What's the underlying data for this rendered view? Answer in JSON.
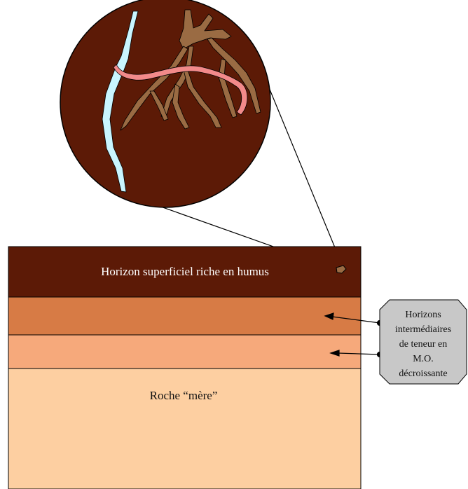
{
  "diagram": {
    "layers": [
      {
        "id": "topsoil",
        "label": "Horizon superficiel riche en humus",
        "color": "#5c1a06"
      },
      {
        "id": "intermediate-1",
        "label": "",
        "color": "#d77b45"
      },
      {
        "id": "intermediate-2",
        "label": "",
        "color": "#f6a97b"
      },
      {
        "id": "bedrock",
        "label": "Roche “mère”",
        "color": "#fdcfa1"
      }
    ],
    "callout": {
      "lines": [
        "Horizons",
        "intermédiaires",
        "de teneur en",
        "M.O.",
        "décroissante"
      ],
      "fill": "#c8c8c8"
    },
    "zoom": {
      "soil_color": "#5c1a06",
      "water_color": "#c9f5ff",
      "worm_color": "#f28a8a",
      "root_color": "#9a6b43"
    }
  }
}
